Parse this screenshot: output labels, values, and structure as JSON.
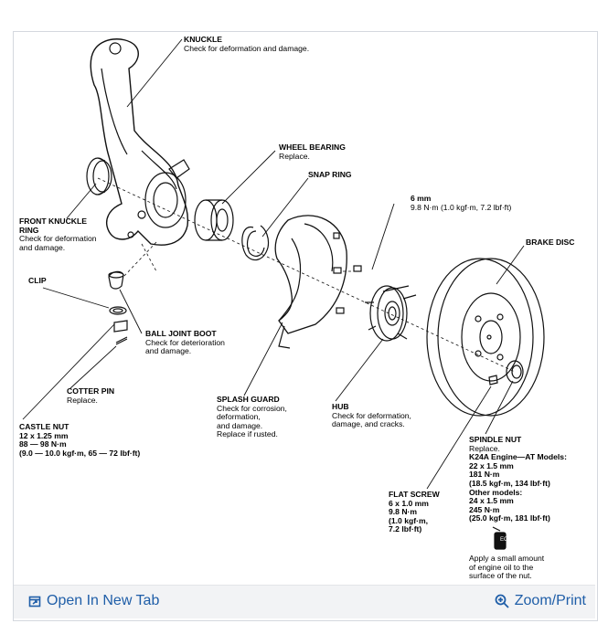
{
  "labels": {
    "knuckle": {
      "title": "KNUCKLE",
      "lines": [
        "Check for deformation and damage."
      ]
    },
    "wheel_bearing": {
      "title": "WHEEL BEARING",
      "lines": [
        "Replace."
      ]
    },
    "snap_ring": {
      "title": "SNAP RING",
      "lines": []
    },
    "bolt_6mm": {
      "title": "6 mm",
      "lines": [
        "9.8 N·m (1.0 kgf·m, 7.2 lbf·ft)"
      ]
    },
    "brake_disc": {
      "title": "BRAKE DISC",
      "lines": []
    },
    "front_knuckle_ring": {
      "title": "FRONT KNUCKLE",
      "lines": [
        "RING",
        "Check for deformation",
        "and damage."
      ]
    },
    "clip": {
      "title": "CLIP",
      "lines": []
    },
    "ball_joint_boot": {
      "title": "BALL JOINT BOOT",
      "lines": [
        "Check for deterioration",
        "and damage."
      ]
    },
    "cotter_pin": {
      "title": "COTTER PIN",
      "lines": [
        "Replace."
      ]
    },
    "splash_guard": {
      "title": "SPLASH GUARD",
      "lines": [
        "Check for corrosion,",
        "deformation,",
        "and damage.",
        "Replace if rusted."
      ]
    },
    "hub": {
      "title": "HUB",
      "lines": [
        "Check for deformation,",
        "damage, and cracks."
      ]
    },
    "castle_nut": {
      "title": "CASTLE NUT",
      "lines": [
        "12 x 1.25 mm",
        "88 — 98 N·m",
        "(9.0 — 10.0 kgf·m, 65 — 72 lbf·ft)"
      ]
    },
    "spindle_nut": {
      "title": "SPINDLE NUT",
      "lines": [
        "Replace.",
        "K24A Engine—AT Models:",
        "22 x 1.5 mm",
        "181 N·m",
        "(18.5 kgf·m, 134 lbf·ft)",
        "Other models:",
        "24 x 1.5 mm",
        "245 N·m",
        "(25.0 kgf·m, 181 lbf·ft)"
      ]
    },
    "flat_screw": {
      "title": "FLAT SCREW",
      "lines": [
        "6 x 1.0 mm",
        "9.8 N·m",
        "(1.0 kgf·m,",
        "7.2 lbf·ft)"
      ]
    },
    "engine_oil": {
      "title": "",
      "lines": [
        "Apply a small amount",
        "of engine oil to the",
        "surface of the nut."
      ]
    }
  },
  "oil_icon_text": "EO",
  "footer": {
    "open_tab": "Open In New Tab",
    "zoom_print": "Zoom/Print"
  },
  "colors": {
    "link": "#1f5ea8",
    "footer_bg": "#f2f3f5"
  }
}
